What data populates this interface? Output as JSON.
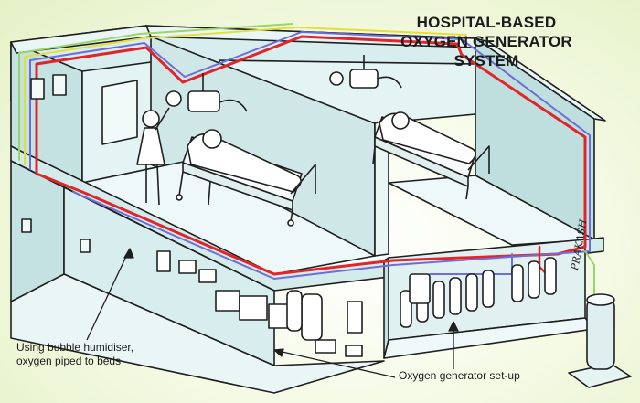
{
  "title": {
    "line1": "HOSPITAL-BASED",
    "line2": "OXYGEN GENERATOR SYSTEM"
  },
  "labels": {
    "humidiser_line1": "Using bubble humidiser,",
    "humidiser_line2": "oxygen piped to beds",
    "generator": "Oxygen generator set-up"
  },
  "signature": "PRAKASH",
  "colors": {
    "wall": "#dff0f0",
    "wall_side": "#bcdcdc",
    "floor": "#eaf6f6",
    "outline": "#1f1f1f",
    "pipe_red": "#e0262a",
    "pipe_blue": "#6d6fd8",
    "pipe_yellow": "#e3df3a",
    "pipe_green": "#9bd46a",
    "background_tint": "#e5f1c6"
  }
}
